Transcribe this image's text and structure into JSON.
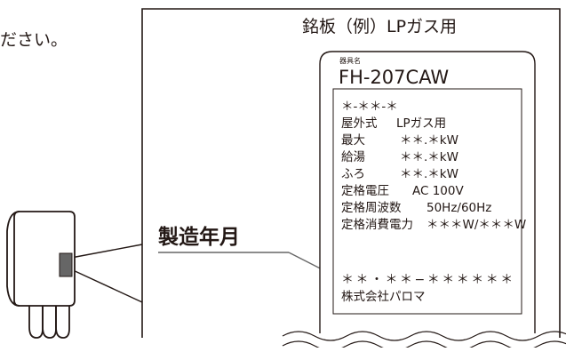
{
  "intro_text": "ださい。",
  "callout_label": "製造年月",
  "plate": {
    "heading": "銘板（例）LPガス用",
    "model_label": "器具名",
    "model": "FH-207CAW",
    "code": "＊-＊＊-＊",
    "rows": [
      {
        "key": "屋外式",
        "value": "LPガス用"
      },
      {
        "key": "最大",
        "value": "＊＊.＊kW"
      },
      {
        "key": "給湯",
        "value": "＊＊.＊kW"
      },
      {
        "key": "ふろ",
        "value": "＊＊.＊kW"
      },
      {
        "key": "定格電圧",
        "value": "AC 100V"
      },
      {
        "key": "定格周波数",
        "value": "50Hz/60Hz"
      },
      {
        "key": "定格消費電力",
        "value": "＊＊＊W/＊＊＊W"
      }
    ],
    "serial": "＊＊・＊＊−＊＊＊＊＊＊",
    "maker": "株式会社パロマ"
  },
  "colors": {
    "line": "#231815",
    "frame": "#333333",
    "badge": "#666666"
  }
}
